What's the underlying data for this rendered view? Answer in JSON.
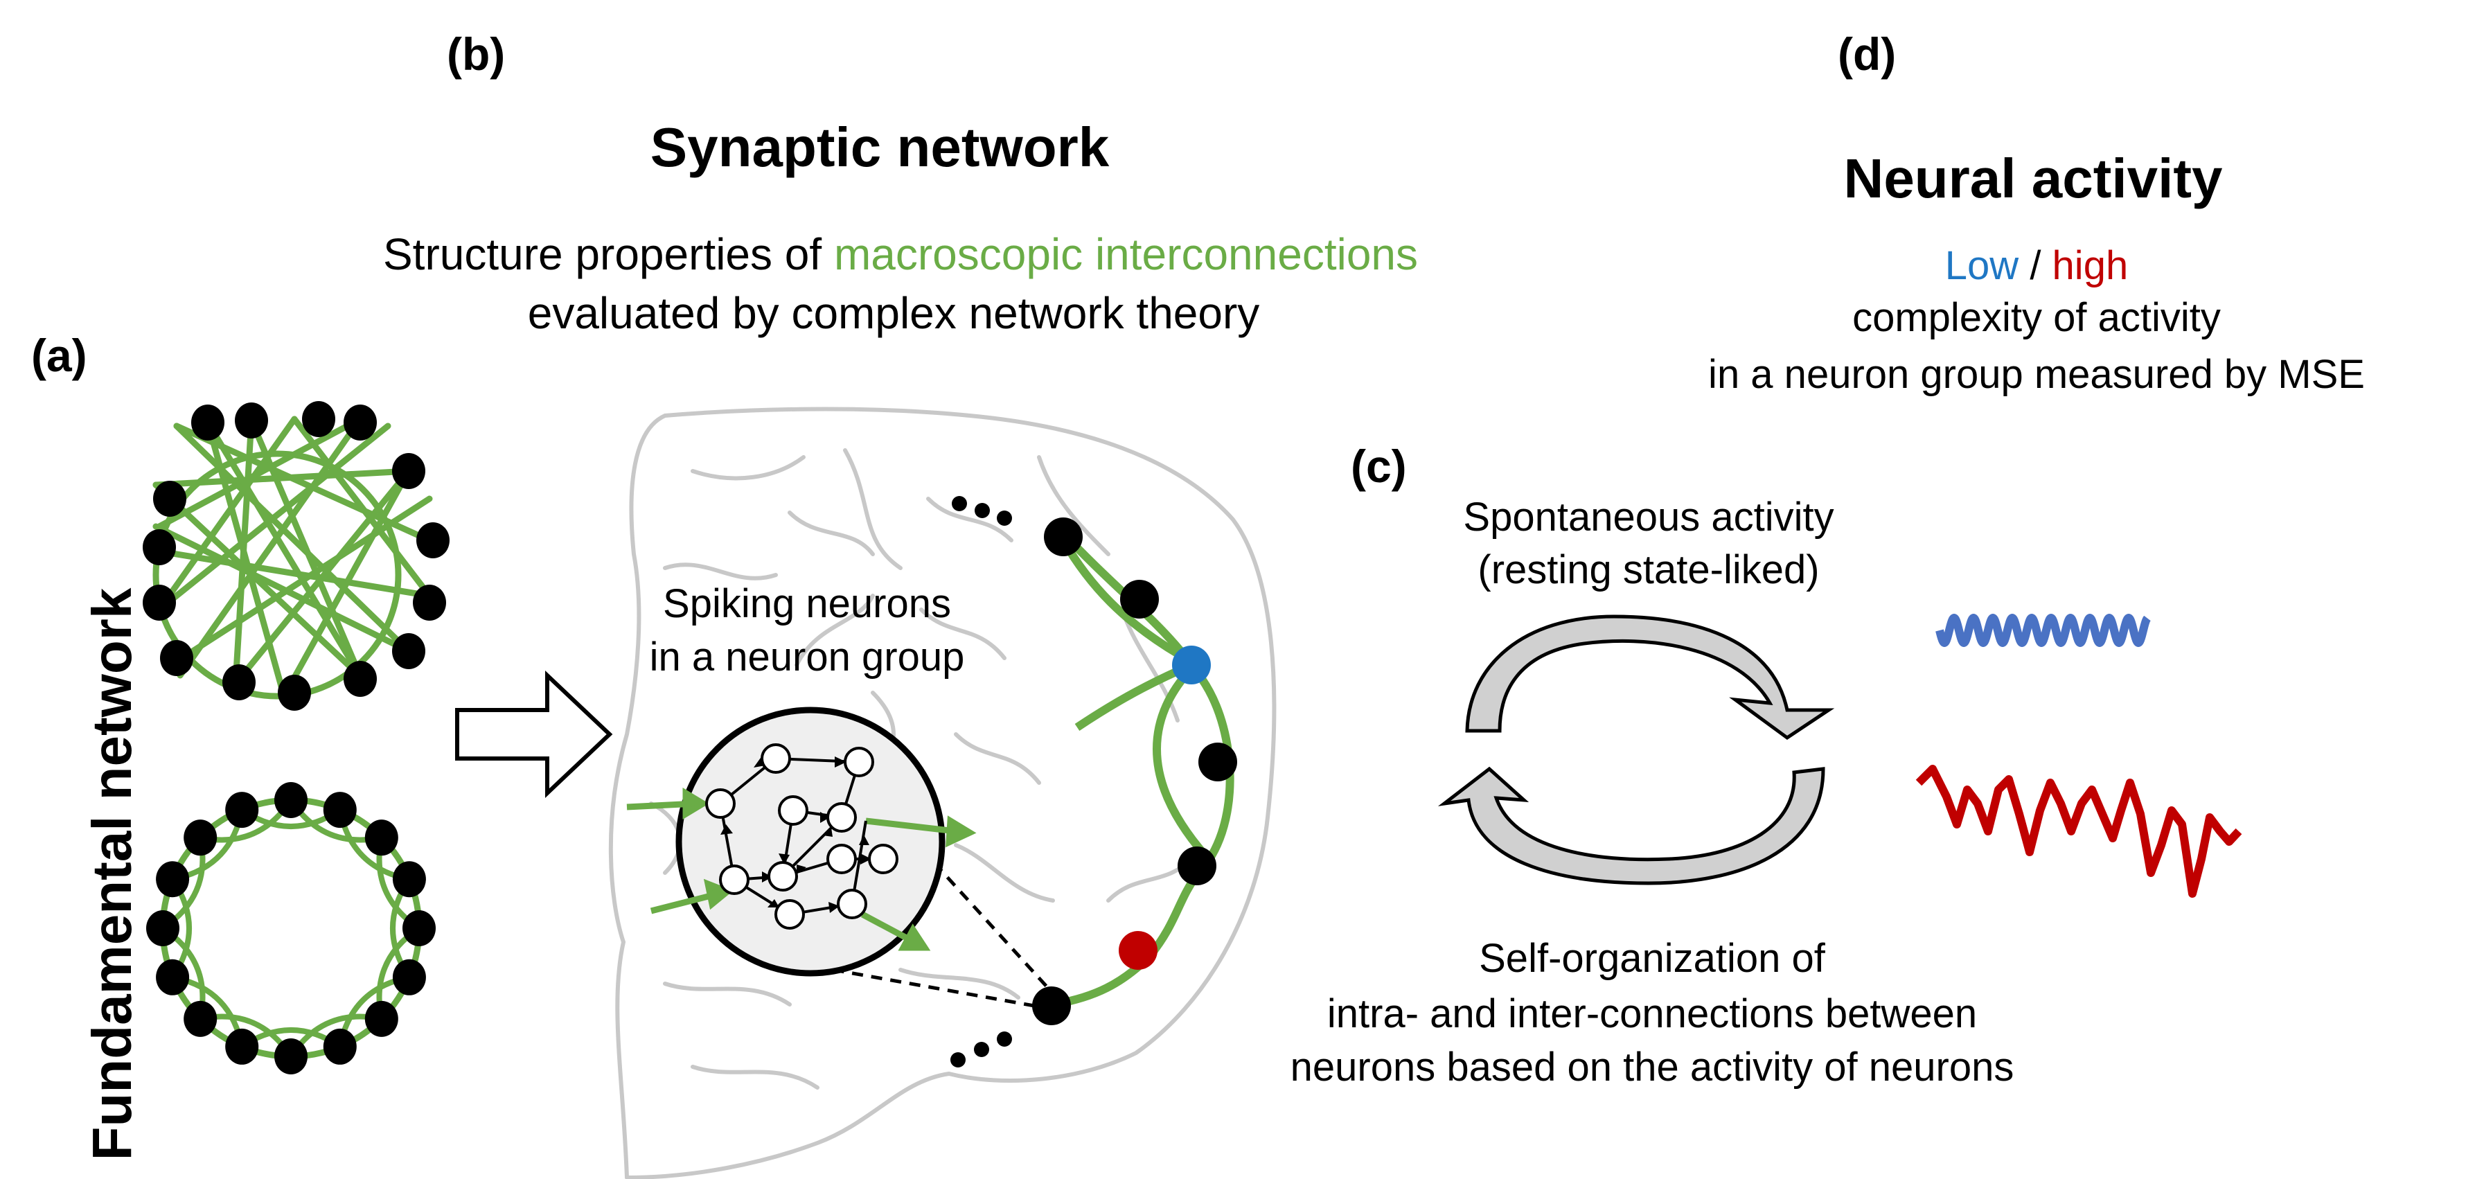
{
  "panels": {
    "a": {
      "label": "(a)",
      "side_title": "Fundamental network"
    },
    "b": {
      "label": "(b)",
      "title": "Synaptic network",
      "desc_prefix": "Structure properties of ",
      "desc_highlight": "macroscopic interconnections",
      "desc_line2": "evaluated by complex network theory",
      "inset_line1": "Spiking neurons",
      "inset_line2": "in a neuron group"
    },
    "c": {
      "label": "(c)",
      "top_line1": "Spontaneous activity",
      "top_line2": "(resting state-liked)",
      "bottom_line1": "Self-organization of",
      "bottom_line2": "intra- and inter-connections between",
      "bottom_line3": "neurons based on the activity of neurons"
    },
    "d": {
      "label": "(d)",
      "title": "Neural activity",
      "low": "Low",
      "slash": " / ",
      "high": "high",
      "line2": "complexity of activity",
      "line3": "in a neuron group measured by MSE"
    }
  },
  "colors": {
    "green": "#6aac46",
    "blue": "#1f77c4",
    "red": "#c00000",
    "wave_blue": "#4a72c4",
    "brain_outline": "#c8c8c8"
  }
}
